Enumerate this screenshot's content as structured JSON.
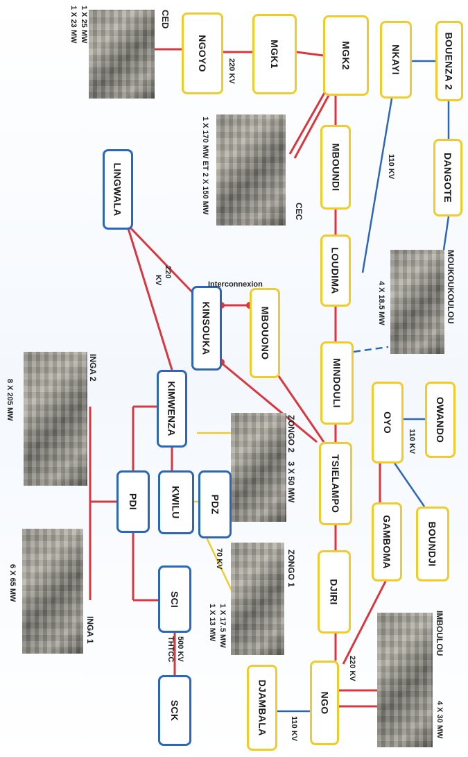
{
  "nodes": {
    "ngoyo": "NGOYO",
    "mgk1": "MGK1",
    "mgk2": "MGK2",
    "nkayi": "NKAYI",
    "bouenza2": "BOUENZA 2",
    "dangote": "DANGOTE",
    "mboundi": "MBOUNDI",
    "loudima": "LOUDIMA",
    "mindouli": "MINDOULI",
    "tsielampo": "TSIELAMPO",
    "djiri": "DJIRI",
    "ngo": "NGO",
    "djambala": "DJAMBALA",
    "oyo": "OYO",
    "owando": "OWANDO",
    "gamboma": "GAMBOMA",
    "boundji": "BOUNDJI",
    "mbouono": "MBOUONO",
    "kinsouka": "KINSOUKA",
    "lingwala": "LINGWALA",
    "kimwenza": "KIMWENZA",
    "kwilu": "KWILU",
    "pdz": "PDZ",
    "pdi": "PDI",
    "sci": "SCI",
    "sck": "SCK"
  },
  "labels": {
    "ced": "CED",
    "ced_capacity_1": "1 X 25 MW",
    "ced_capacity_2": "1 X 23 MW",
    "kv220_top": "220 KV",
    "cec": "CEC",
    "cec_capacity": "1 X 170 MW ET 2 X 150 MW",
    "kv110_nkayi": "110 KV",
    "moukoukoulou": "MOUKOUKOULOU",
    "moukoukoulou_capacity": "4 X 18.5 MW",
    "interconnexion": "Interconnexion",
    "kv220_kinsouka_1": "220",
    "kv220_kinsouka_2": "KV",
    "inga2": "INGA 2",
    "inga2_capacity": "8 X 205 MW",
    "zongo2": "ZONGO 2",
    "zongo2_capacity": "3 X 50 MW",
    "kv110_oyo": "110 KV",
    "kv70": "70 KV",
    "zongo1": "ZONGO 1",
    "zongo1_capacity_1": "1 X 17.5 MW",
    "zongo1_capacity_2": "1 X 13 MW",
    "inga1": "INGA 1",
    "inga1_capacity": "6 X 65 MW",
    "kv500": "500 KV",
    "thtcc": "THTCC",
    "imboulou": "IMBOULOU",
    "imboulou_capacity": "4 X 30 MW",
    "kv220_ngo": "220 KV",
    "kv110_djambala": "110 KV"
  },
  "colors": {
    "line_220kv": "#d9363e",
    "line_110kv": "#2b66b8",
    "line_70kv": "#f0cc2a",
    "node_congo": "#f0cc2a",
    "node_drc": "#2b66b8"
  },
  "icons": {
    "plants": [
      "ced-plant-photo",
      "cec-plant-photo",
      "moukoukoulou-plant-photo",
      "inga2-plant-photo",
      "zongo2-plant-photo",
      "zongo1-plant-photo",
      "inga1-plant-photo",
      "imboulou-plant-photo"
    ]
  }
}
